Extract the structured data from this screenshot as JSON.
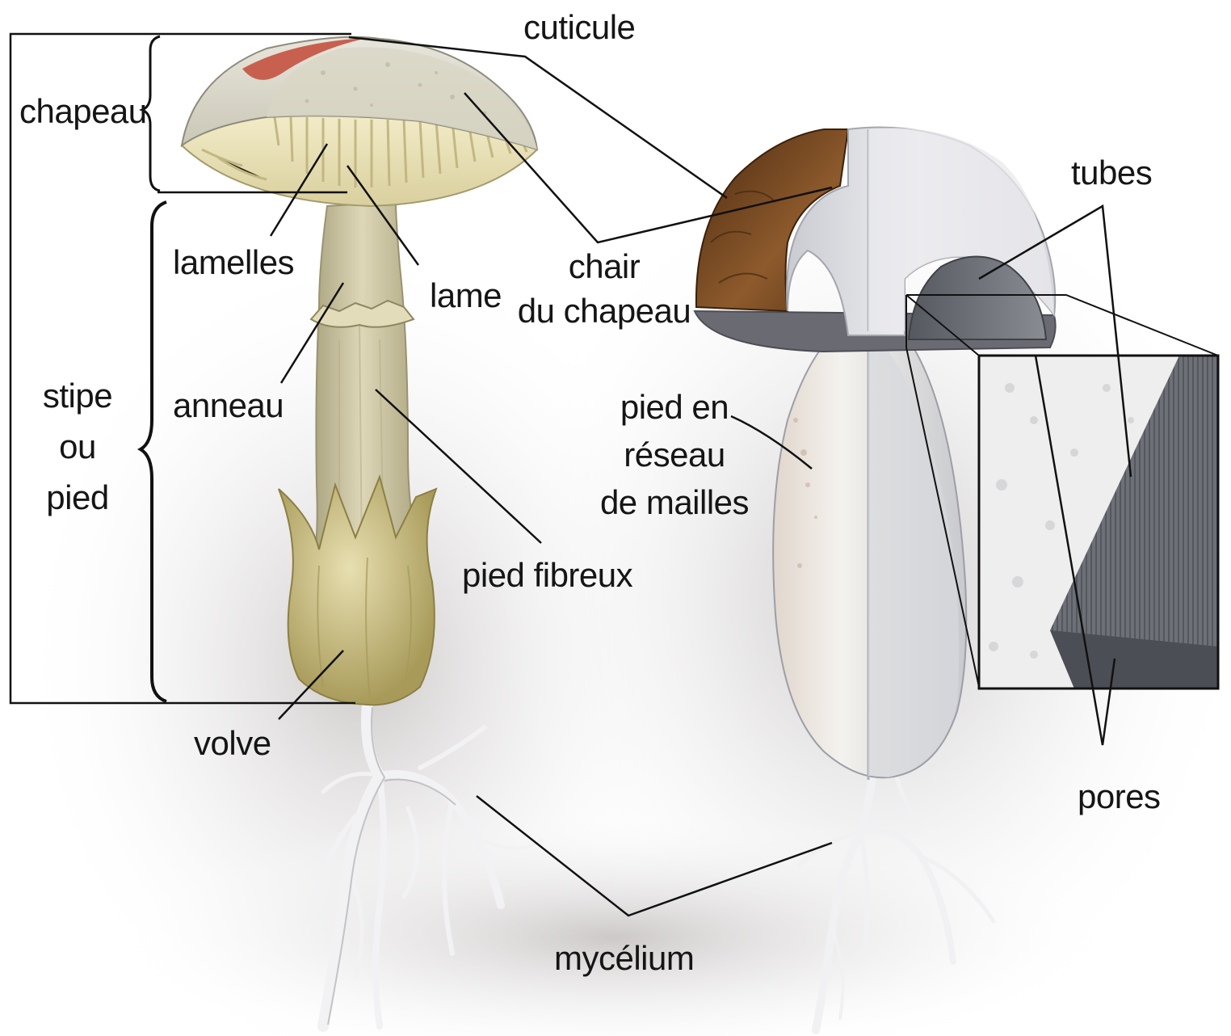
{
  "labels": {
    "chapeau": "chapeau",
    "stipe": [
      "stipe",
      "ou",
      "pied"
    ],
    "lamelles": "lamelles",
    "lame": "lame",
    "anneau": "anneau",
    "pied_fibreux": "pied fibreux",
    "volve": "volve",
    "cuticule": "cuticule",
    "chair_chapeau": [
      "chair",
      "du chapeau"
    ],
    "pied_reseau": [
      "pied en",
      "réseau",
      "de mailles"
    ],
    "tubes": "tubes",
    "pores": "pores",
    "mycelium": "mycélium"
  },
  "colors": {
    "cap_top": "#e4e0d0",
    "cap_red": "#c85f4f",
    "gills": "#eee6c2",
    "stem": "#d5cfae",
    "volva": "#cfc38a",
    "bolete_cap": "#7a4a22",
    "bolete_flesh": "#f2f2f2",
    "tubes": "#6b6e75",
    "mycelium": "#f0f0f2",
    "leader_lines": "#111111"
  }
}
